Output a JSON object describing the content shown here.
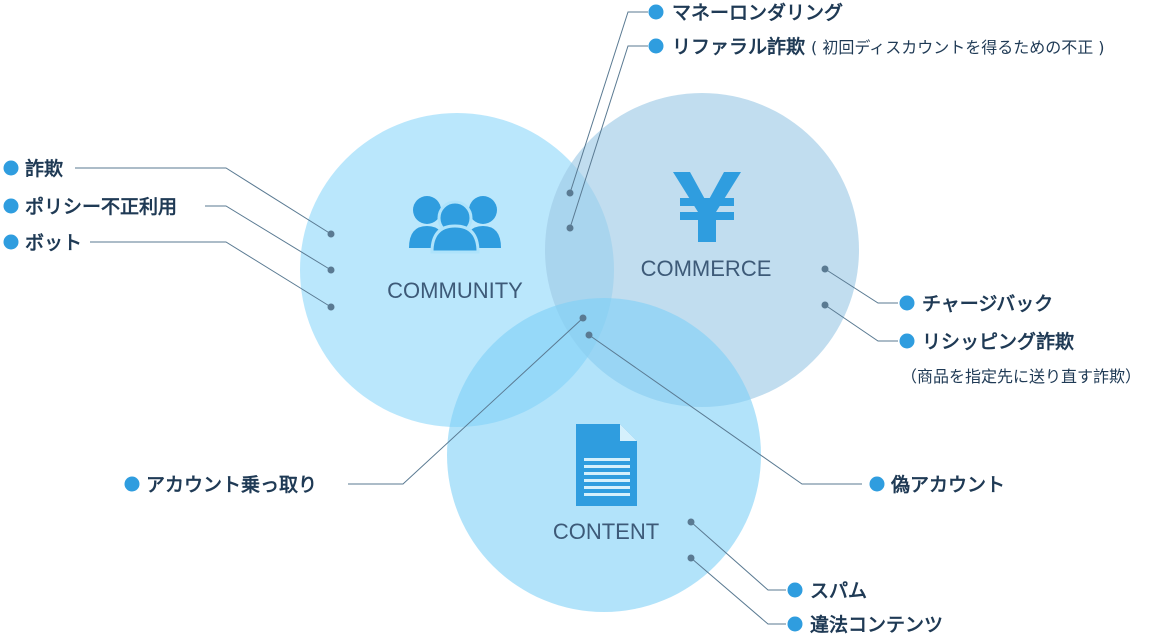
{
  "areas": {
    "community": "COMMUNITY",
    "commerce": "COMMERCE",
    "content": "CONTENT"
  },
  "labels": {
    "money_laundering": "マネーロンダリング",
    "referral_fraud": "リファラル詐欺",
    "referral_fraud_note": "( 初回ディスカウントを得るための不正 )",
    "fraud": "詐欺",
    "policy_abuse": "ポリシー不正利用",
    "bot": "ボット",
    "chargeback": "チャージバック",
    "reshipping_fraud": "リシッピング詐欺",
    "reshipping_fraud_note": "（商品を指定先に送り直す詐欺）",
    "account_takeover": "アカウント乗っ取り",
    "fake_account": "偽アカウント",
    "spam": "スパム",
    "illegal_content": "違法コンテンツ"
  },
  "colors": {
    "community_circle": "#aee3fb",
    "commerce_circle": "#b3d9ef",
    "content_circle": "#9fddf9",
    "bullet": "#2f9ddf",
    "icon": "#2f9ddf",
    "text": "#1f3a55",
    "leader": "#5a7a92"
  },
  "icons": {
    "community": "people-group-icon",
    "commerce": "yen-icon",
    "content": "document-icon"
  }
}
